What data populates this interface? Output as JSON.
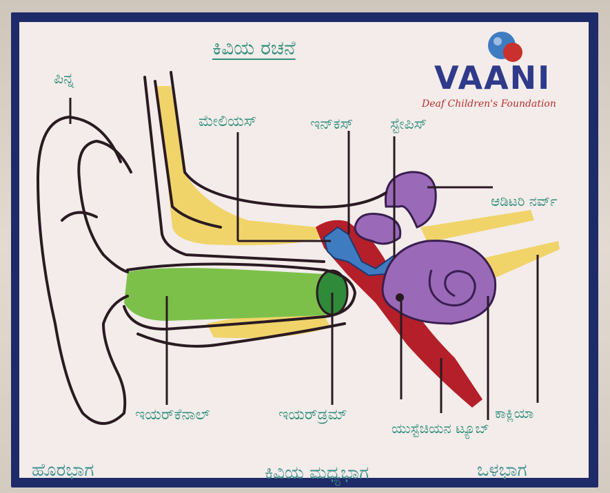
{
  "diagram": {
    "title": "ಕಿವಿಯ ರಚನೆ",
    "labels": {
      "pinna": "ಪಿನ್ನ",
      "malleus": "ಮೇಲಿಯಸ್",
      "incus": "ಇನ್‌ಕಸ್",
      "stapes": "ಸ್ಟೇಪಿಸ್",
      "auditory_nerve": "ಆಡಿಟರಿ ನರ್ವ್",
      "ear_canal": "ಇಯರ್‌ಕೆನಾಲ್",
      "eardrum": "ಇಯರ್‌ಡ್ರಮ್",
      "eustachian_tube": "ಯುಸ್ಟೆಚಿಯನ ಟ್ಯೂಬ್",
      "cochlea": "ಕಾಕ್ಲಿಯಾ"
    },
    "regions": {
      "outer": "ಹೊರಭಾಗ",
      "middle": "ಕಿವಿಯ ಮಧ್ಯಭಾಗ",
      "inner": "ಒಳಭಾಗ"
    }
  },
  "logo": {
    "wordmark": "VAANI",
    "tagline": "Deaf Children's Foundation"
  },
  "colors": {
    "outline": "#2a1a22",
    "ear_canal": "#7cc04a",
    "bone": "#f0d46a",
    "middle_ear": "#b51f2a",
    "ossicles": "#3f7bc1",
    "inner_ear": "#9a6ab8",
    "label_text": "#2e8d7a",
    "frame": "#1f2b68"
  }
}
